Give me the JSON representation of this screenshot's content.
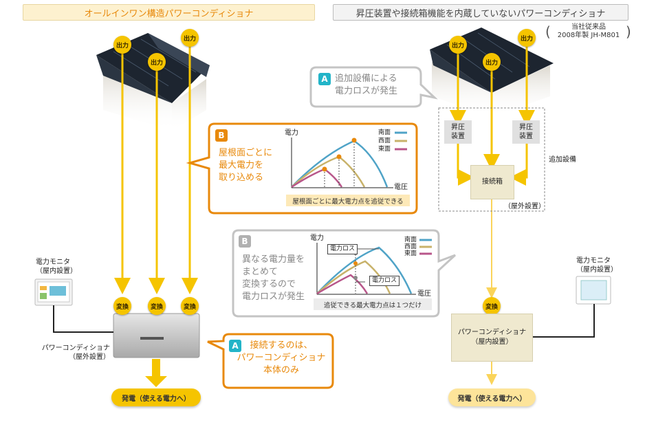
{
  "headers": {
    "left": "オールインワン構造パワーコンディショナ",
    "right": "昇圧装置や接続箱機能を内蔵していないパワーコンディショナ",
    "right_note": "当社従来品\n2008年製 JH-M801"
  },
  "labels": {
    "output": "出力",
    "convert": "変換",
    "booster": "昇圧\n装置",
    "junction_box": "接続箱",
    "outdoor_install": "（屋外設置）",
    "additional_equipment": "追加設備",
    "monitor": "電力モニタ\n（屋内設置）",
    "pcs_left": "パワーコンディショナ\n（屋外設置）",
    "pcs_right": "パワーコンディショナ\n（屋内設置）",
    "generation": "発電（使える電力へ）"
  },
  "callouts": {
    "a_right_letter": "A",
    "a_right_text": "追加設備による\n電力ロスが発生",
    "b_left_letter": "B",
    "b_left_text": "屋根面ごとに\n最大電力を\n取り込める",
    "b_left_caption": "屋根面ごとに最大電力点を追従できる",
    "b_mid_letter": "B",
    "b_mid_text": "異なる電力量を\nまとめて\n変換するので\n電力ロスが発生",
    "b_mid_caption": "追従できる最大電力点は１つだけ",
    "a_left_letter": "A",
    "a_left_text": "接続するのは、\nパワーコンディショナ\n本体のみ"
  },
  "graph": {
    "ylabel": "電力",
    "xlabel": "電圧",
    "loss_label": "電力ロス"
  },
  "chart_data": {
    "type": "line",
    "ylabel": "電力",
    "xlabel": "電圧",
    "series": [
      {
        "name": "南面",
        "color": "#4fa3c7"
      },
      {
        "name": "西面",
        "color": "#c8b26a"
      },
      {
        "name": "東面",
        "color": "#b8568a"
      }
    ]
  },
  "colors": {
    "accent": "#e8890b",
    "yellow": "#f5c400",
    "south": "#4fa3c7",
    "west": "#c8b26a",
    "east": "#b8568a"
  }
}
